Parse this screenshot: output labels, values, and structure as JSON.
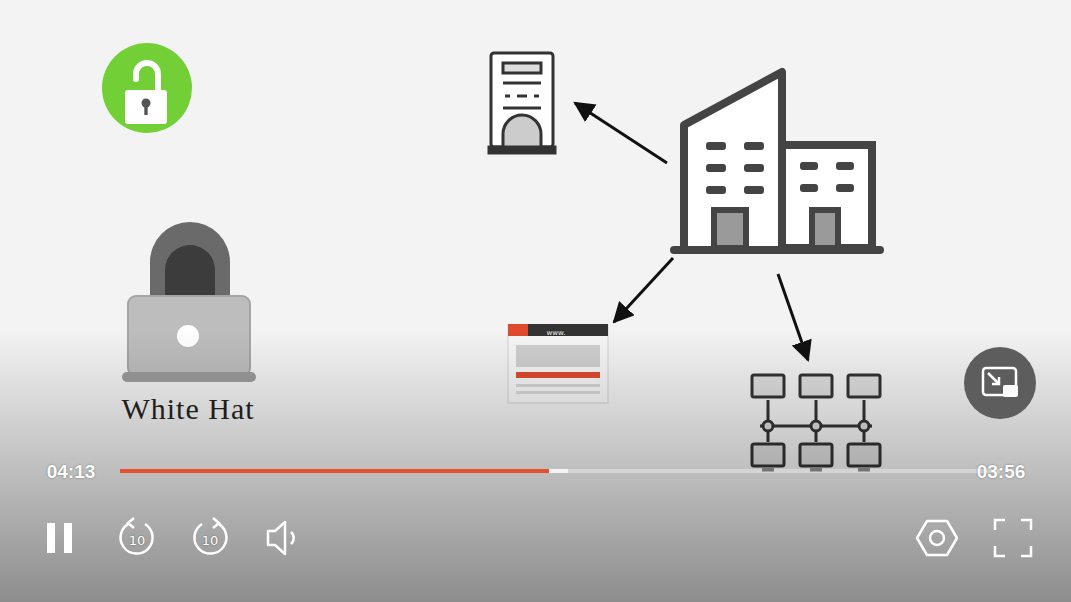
{
  "diagram": {
    "labels": [
      "White Hat",
      "www.",
      "04:13",
      "03:56",
      "10",
      "10"
    ]
  }
}
